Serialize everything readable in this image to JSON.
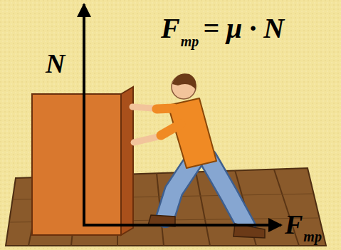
{
  "diagram": {
    "labels": [
      "F",
      "тр",
      "= μ · N",
      "N",
      "F",
      "тр"
    ]
  }
}
